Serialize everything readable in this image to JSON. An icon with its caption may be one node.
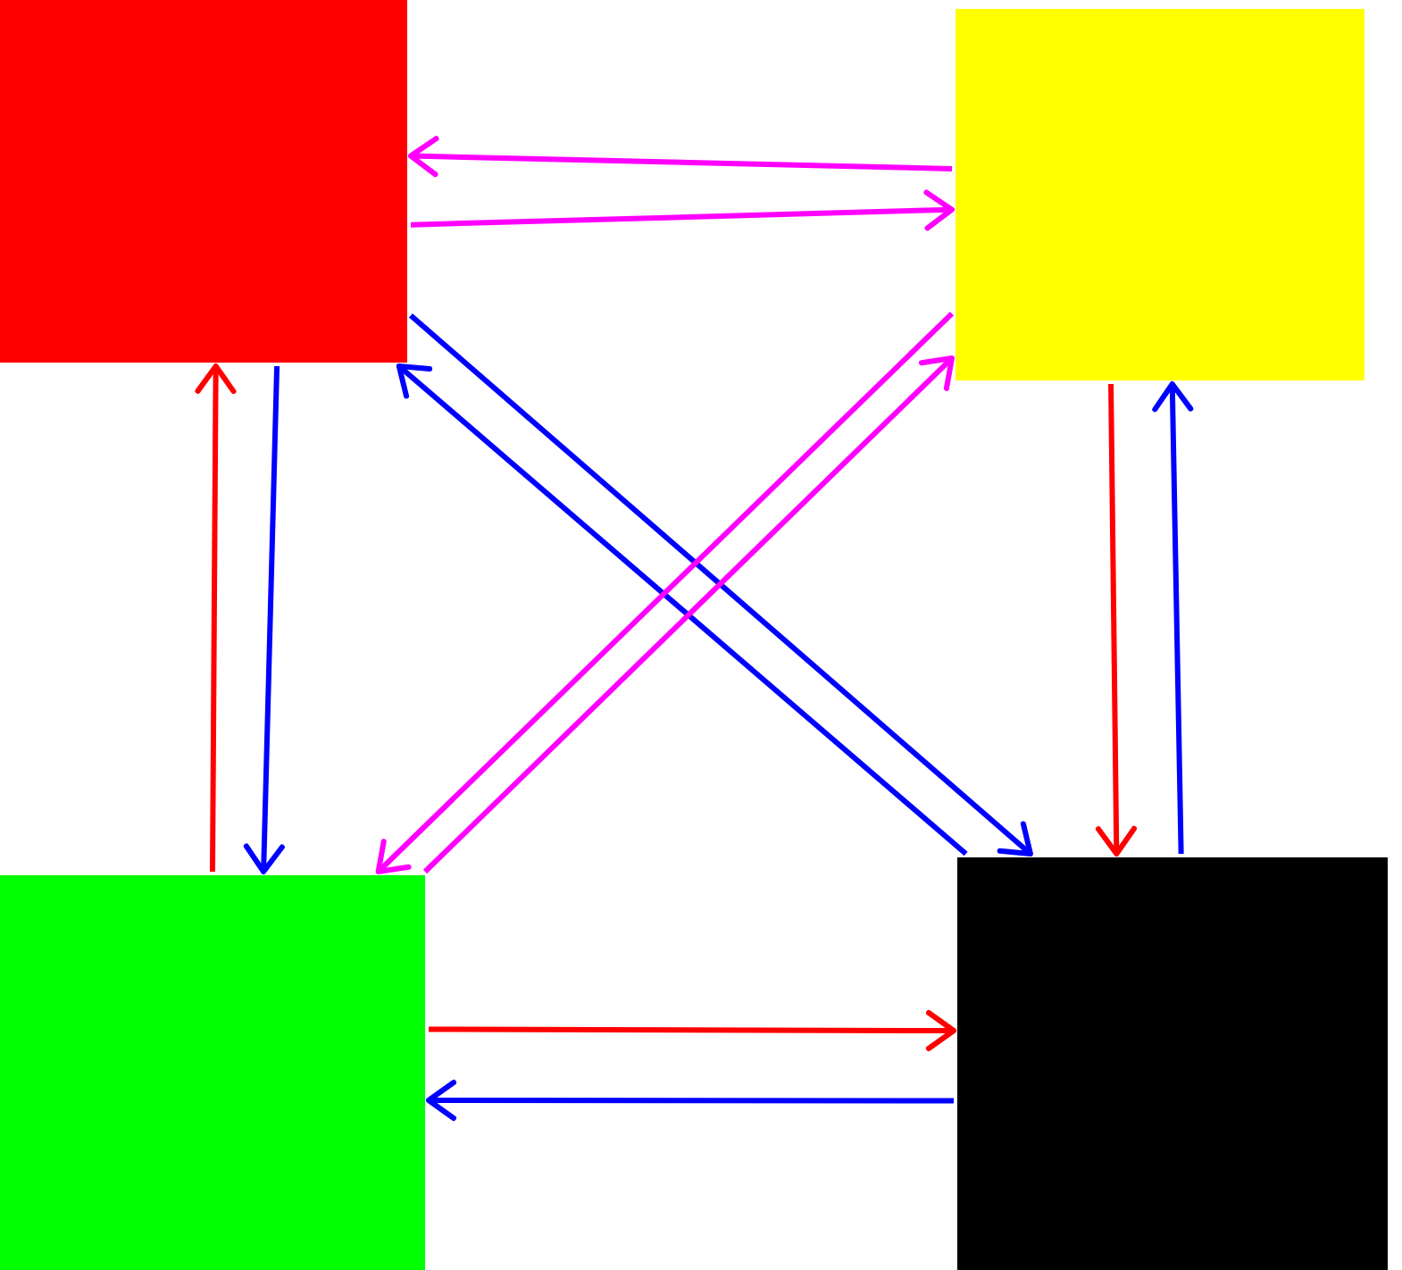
{
  "diagram": {
    "nodes": [
      {
        "text": [],
        "shape": "box"
      },
      {
        "text": [],
        "shape": "box"
      },
      {
        "text": [],
        "shape": "box"
      },
      {
        "text": [],
        "shape": "box"
      }
    ],
    "edges": [
      {
        "from": 1,
        "to": 0,
        "arrow": "to",
        "color": "#ff00ff"
      },
      {
        "from": 0,
        "to": 1,
        "arrow": "to",
        "color": "#ff00ff"
      },
      {
        "from": 0,
        "to": 3,
        "arrow": "to"
      },
      {
        "from": 3,
        "to": 0,
        "arrow": "to"
      },
      {
        "from": 1,
        "to": 2,
        "arrow": "to",
        "color": "#ff00ff"
      },
      {
        "from": 2,
        "to": 1,
        "arrow": "to",
        "color": "#ff00ff"
      },
      {
        "from": 2,
        "to": 0,
        "arrow": "to",
        "color": "#ff0000"
      },
      {
        "from": 0,
        "to": 2,
        "arrow": "to"
      },
      {
        "from": 1,
        "to": 3,
        "arrow": "to",
        "color": "#ff0000"
      },
      {
        "from": 3,
        "to": 1,
        "arrow": "to"
      },
      {
        "from": 2,
        "to": 3,
        "arrow": "to",
        "color": "#ff0000"
      },
      {
        "from": 3,
        "to": 2,
        "arrow": "to"
      }
    ]
  }
}
